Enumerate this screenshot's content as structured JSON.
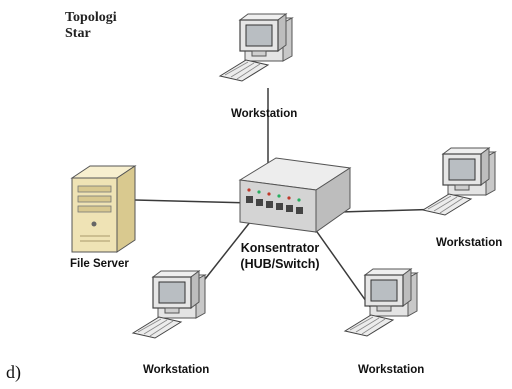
{
  "diagram": {
    "title_line1": "Topologi",
    "title_line2": "Star",
    "hub": {
      "label_line1": "Konsentrator",
      "label_line2": "(HUB/Switch)"
    },
    "server": {
      "label": "File Server"
    },
    "workstations": [
      {
        "label": "Workstation"
      },
      {
        "label": "Workstation"
      },
      {
        "label": "Workstation"
      },
      {
        "label": "Workstation"
      }
    ],
    "caption": "d)",
    "colors": {
      "cable": "#3a3a3a",
      "hub_body": "#d4d4d4",
      "monitor": "#e3e3e3",
      "screen": "#bfc3c6",
      "server": "#efe3b5"
    }
  }
}
